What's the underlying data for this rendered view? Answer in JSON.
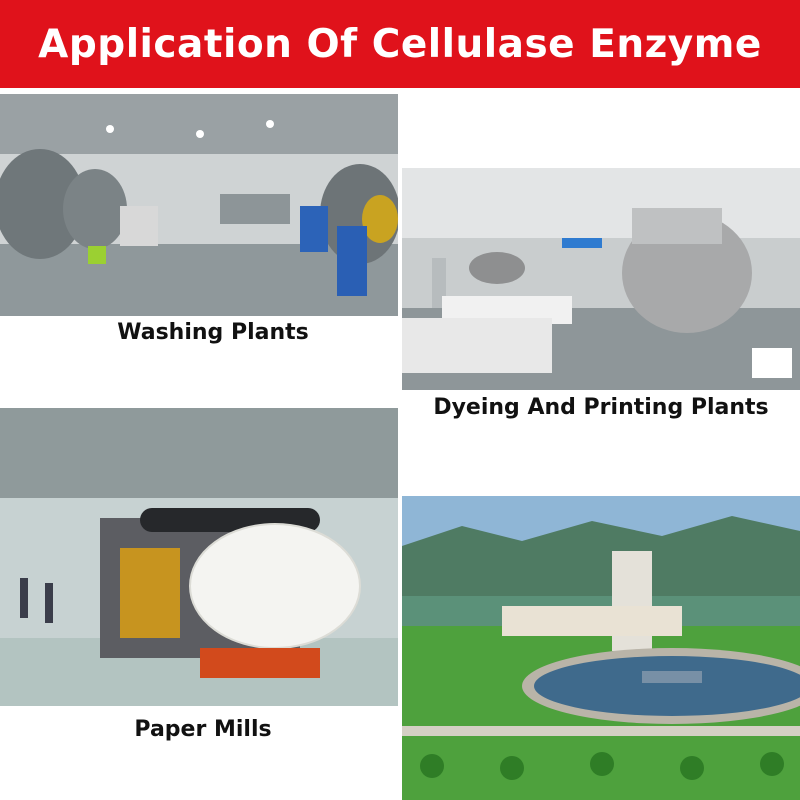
{
  "header": {
    "title": "Application  Of  Cellulase Enzyme",
    "background": "#e0121b",
    "text_color": "#ffffff"
  },
  "panels": [
    {
      "caption": "Washing Plants",
      "image": "washing-plant-photo"
    },
    {
      "caption": "Dyeing And Printing Plants",
      "image": "dyeing-plant-photo"
    },
    {
      "caption": "Paper Mills",
      "image": "paper-mill-photo"
    },
    {
      "image": "wastewater-treatment-photo"
    }
  ]
}
